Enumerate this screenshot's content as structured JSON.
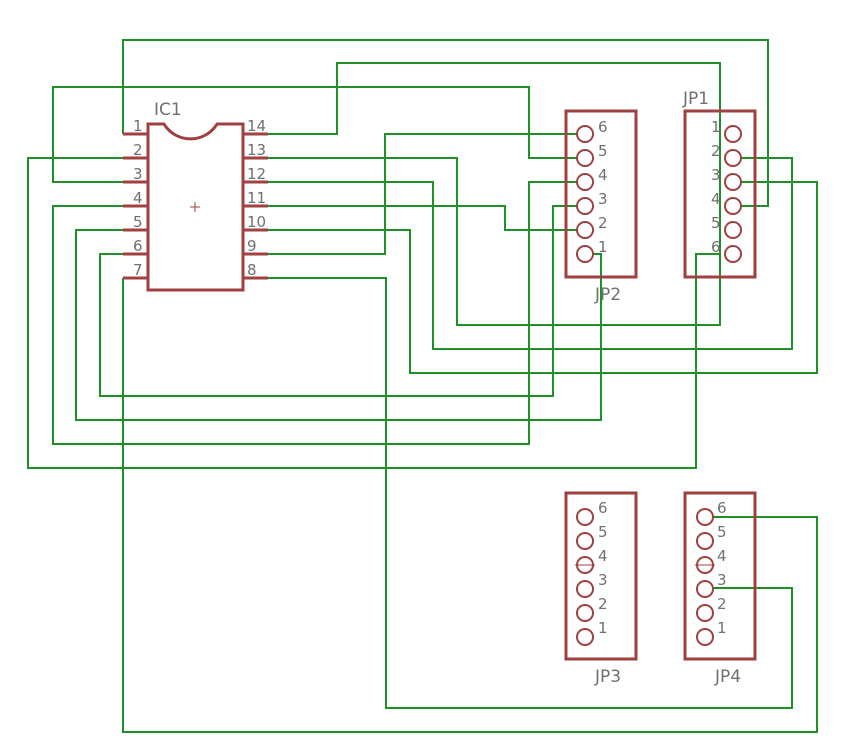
{
  "ic1": {
    "name": "IC1",
    "left_pins": [
      "1",
      "2",
      "3",
      "4",
      "5",
      "6",
      "7"
    ],
    "right_pins": [
      "14",
      "13",
      "12",
      "11",
      "10",
      "9",
      "8"
    ]
  },
  "headers": {
    "jp1": {
      "name": "JP1",
      "pins": [
        "1",
        "2",
        "3",
        "4",
        "5",
        "6"
      ]
    },
    "jp2": {
      "name": "JP2",
      "pins": [
        "6",
        "5",
        "4",
        "3",
        "2",
        "1"
      ]
    },
    "jp3": {
      "name": "JP3",
      "pins": [
        "6",
        "5",
        "4",
        "3",
        "2",
        "1"
      ]
    },
    "jp4": {
      "name": "JP4",
      "pins": [
        "6",
        "5",
        "4",
        "3",
        "2",
        "1"
      ]
    }
  },
  "colors": {
    "wire": "#1f8f2a",
    "component": "#a04040",
    "label": "#707070",
    "background": "#ffffff"
  }
}
